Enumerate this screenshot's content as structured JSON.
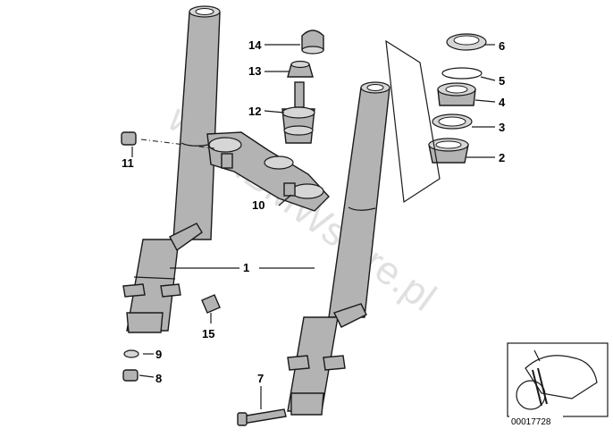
{
  "watermark": "www.BMWstore.pl",
  "callouts": {
    "c1": "1",
    "c2": "2",
    "c3": "3",
    "c4": "4",
    "c5": "5",
    "c6": "6",
    "c7": "7",
    "c8": "8",
    "c9": "9",
    "c10": "10",
    "c11": "11",
    "c12": "12",
    "c13": "13",
    "c14": "14",
    "c15": "15"
  },
  "reference_code": "00017728",
  "icons": {
    "fork_tube": "fork-tube-icon",
    "bearing": "bearing-icon",
    "motorcycle": "motorcycle-thumbnail-icon"
  }
}
